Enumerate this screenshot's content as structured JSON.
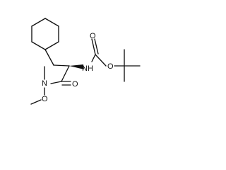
{
  "molecule": {
    "atoms": {
      "nh": "NH",
      "o_carbamate_carbonyl": "O",
      "o_carbamate_ester": "O",
      "o_amide_carbonyl": "O",
      "n_amide": "N",
      "o_methoxy": "O"
    },
    "stereo": "wedge"
  }
}
